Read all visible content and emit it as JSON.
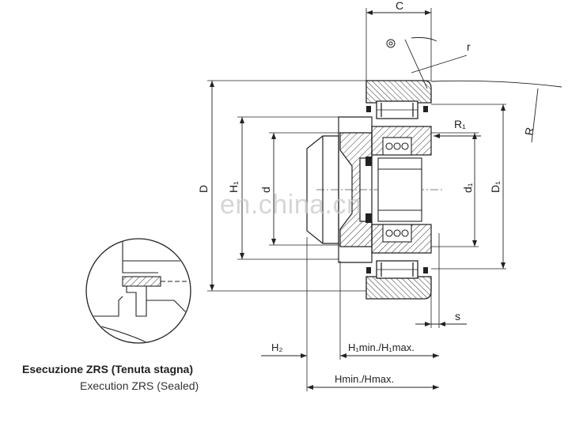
{
  "labels": {
    "C": "C",
    "r": "r",
    "R": "R",
    "R1": "R₁",
    "D": "D",
    "D1": "D₁",
    "d1": "d₁",
    "d": "d",
    "H1": "H₁",
    "s": "s",
    "H2": "H₂",
    "H1range": "H₁min./H₁max.",
    "Hrange": "Hmin./Hmax."
  },
  "captions": {
    "italian": "Esecuzione ZRS (Tenuta stagna)",
    "english": "Execution ZRS (Sealed)"
  },
  "watermark": "en.china.cn"
}
